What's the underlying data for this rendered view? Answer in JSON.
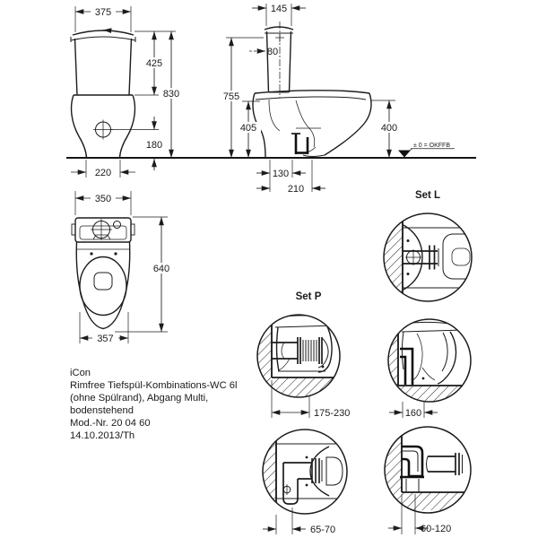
{
  "title_block": {
    "product_name": "iCon",
    "line2": "Rimfree Tiefspül-Kombinations-WC 6l",
    "line3": "(ohne Spülrand), Abgang Multi,",
    "line4": "bodenstehend",
    "line5": "Mod.-Nr. 20 04 60",
    "line6": "14.10.2013/Th"
  },
  "front_view": {
    "width_top": "375",
    "cistern_height": "425",
    "total_height": "830",
    "outlet_height": "180",
    "base_width": "220"
  },
  "side_view": {
    "cistern_depth": "145",
    "button_offset": "80",
    "lid_height": "755",
    "front_height": "405",
    "rear_height": "400",
    "outlet_a": "130",
    "outlet_b": "210",
    "floor_label": "± 0 = OKFFB"
  },
  "top_view": {
    "width": "350",
    "depth": "640",
    "bowl_width": "357"
  },
  "details": {
    "set_l_label": "Set L",
    "set_p_label": "Set P",
    "set_p_range": "175-230",
    "vertical_outlet": "160",
    "offset_range": "65-70",
    "wall_range": "60-120"
  },
  "colors": {
    "line": "#1c1c1c",
    "background": "#ffffff"
  }
}
